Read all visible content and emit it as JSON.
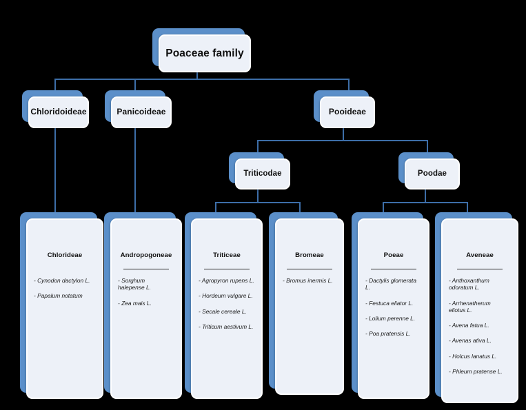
{
  "diagram": {
    "title": "Poaceae family taxonomic hierarchy",
    "accent_color": "#5B8FC9",
    "line_color": "#3D6EA8",
    "box_fill_color": "#EDF1F8",
    "background_color": "#000000"
  },
  "root": {
    "label": "Poaceae family"
  },
  "subfamilies": [
    {
      "label": "Chloridoideae"
    },
    {
      "label": "Panicoideae"
    },
    {
      "label": "Pooideae"
    }
  ],
  "supertribes": [
    {
      "label": "Triticodae"
    },
    {
      "label": "Poodae"
    }
  ],
  "tribes": [
    {
      "label": "Chlorideae",
      "divider": false,
      "species": [
        "- Cynodon dactylon L.",
        "- Papalum notatum"
      ]
    },
    {
      "label": "Andropogoneae",
      "divider": true,
      "species": [
        "- Sorghum\nhalepense L.",
        "- Zea mais L."
      ]
    },
    {
      "label": "Triticeae",
      "divider": true,
      "species": [
        "- Agropyron rupens L.",
        "- Hordeum vulgare L.",
        "- Secale cereale L.",
        "- Triticum aestivum L."
      ]
    },
    {
      "label": "Bromeae",
      "divider": true,
      "species": [
        "- Bromus inermis L."
      ]
    },
    {
      "label": "Poeae",
      "divider": true,
      "species": [
        "- Dactylis glomerata L.",
        "- Festuca eliator L.",
        "- Lolium perenne L.",
        "- Poa pratensis L."
      ]
    },
    {
      "label": "Aveneae",
      "divider": true,
      "species": [
        "- Anthoxanthum\nodoratum L.",
        "- Arrhenatherum\neliotus L.",
        "- Avena fatua L.",
        "- Avenas ativa L.",
        "- Holcus lanatus L.",
        "- Phleum pratense L."
      ]
    }
  ]
}
